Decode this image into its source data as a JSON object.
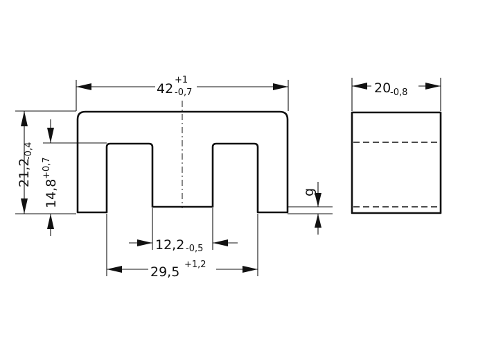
{
  "dimensions": {
    "overall_width": {
      "value": "42",
      "tol_upper": "+1",
      "tol_lower": "-0,7"
    },
    "side_width": {
      "value": "20",
      "tol": "-0,8"
    },
    "total_height": {
      "value": "21,2",
      "tol": "-0,4"
    },
    "window_height": {
      "value": "14,8",
      "tol": "+0,7"
    },
    "center_leg_width": {
      "value": "12,2",
      "tol": "-0,5"
    },
    "window_span": {
      "value": "29,5",
      "tol": "+1,2"
    },
    "air_gap": {
      "label": "g"
    }
  }
}
